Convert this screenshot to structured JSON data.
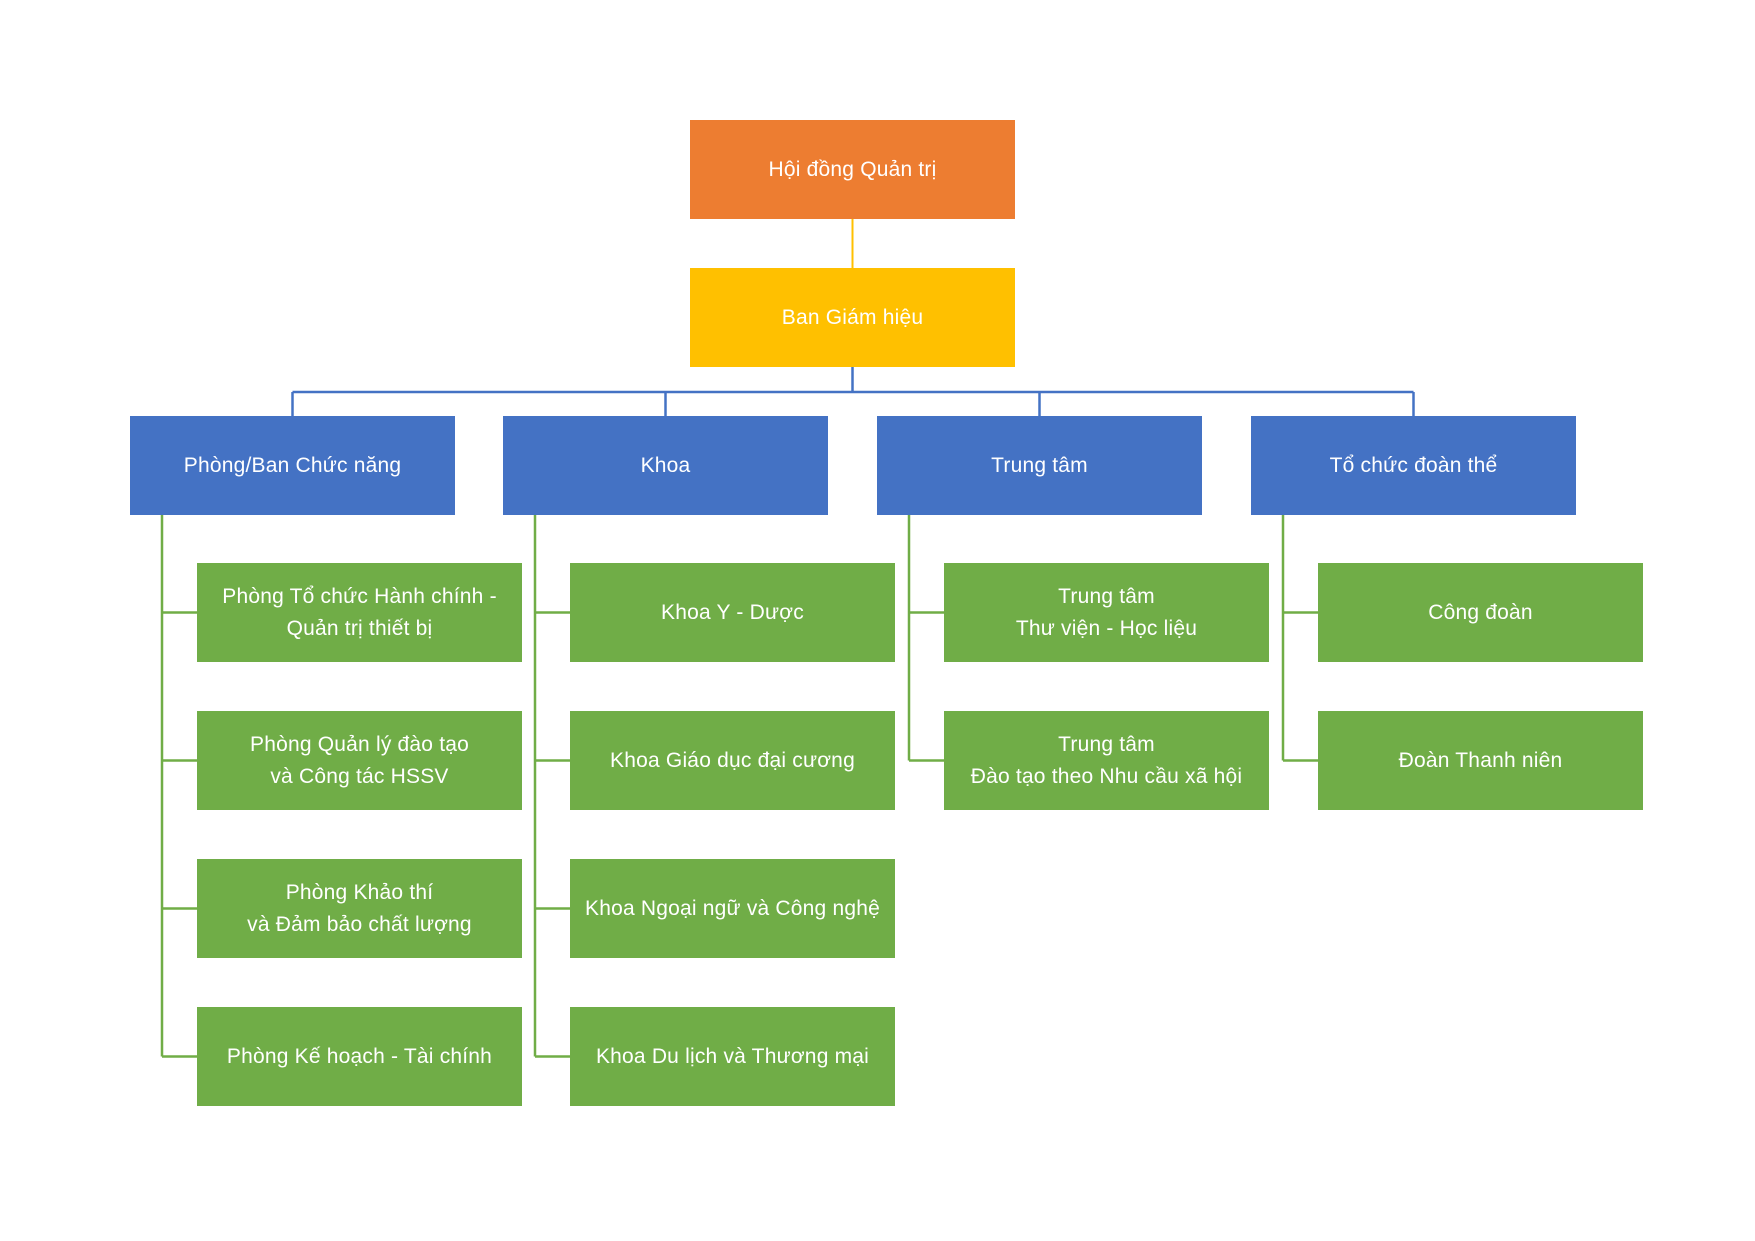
{
  "colors": {
    "board": "#ed7d31",
    "rectorate": "#ffc000",
    "groups": "#4472c4",
    "units": "#70ad47",
    "connector_top": "#ffc000",
    "connector_groups": "#4472c4",
    "connector_units": "#70ad47"
  },
  "board": {
    "label": "Hội đồng Quản trị"
  },
  "rectorate": {
    "label": "Ban Giám hiệu"
  },
  "groups": [
    {
      "label": "Phòng/Ban Chức năng",
      "units": [
        "Phòng Tổ chức Hành chính -\nQuản trị thiết bị",
        "Phòng Quản lý đào tạo\nvà Công tác HSSV",
        "Phòng Khảo thí\nvà Đảm bảo chất lượng",
        "Phòng Kế hoạch - Tài chính"
      ]
    },
    {
      "label": "Khoa",
      "units": [
        "Khoa Y - Dược",
        "Khoa Giáo dục đại cương",
        "Khoa Ngoại ngữ và Công nghệ",
        "Khoa Du lịch và Thương mại"
      ]
    },
    {
      "label": "Trung tâm",
      "units": [
        "Trung tâm\nThư viện - Học liệu",
        "Trung tâm\nĐào tạo theo Nhu cầu xã hội"
      ]
    },
    {
      "label": "Tổ chức đoàn thể",
      "units": [
        "Công đoàn",
        "Đoàn Thanh niên"
      ]
    }
  ]
}
